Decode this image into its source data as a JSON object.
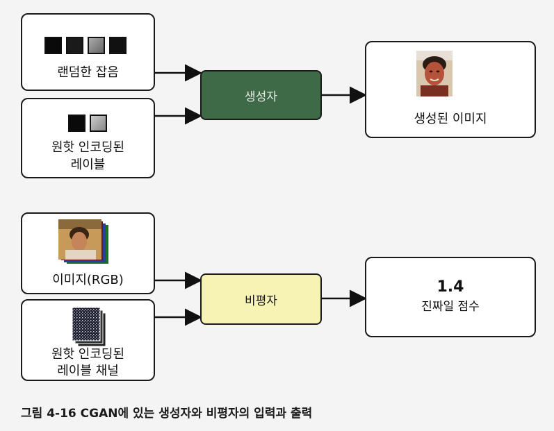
{
  "top": {
    "noise_label": "랜덤한 잡음",
    "onehot_label_line1": "원핫 인코딩된",
    "onehot_label_line2": "레이블",
    "generator_label": "생성자",
    "generated_label": "생성된 이미지"
  },
  "bottom": {
    "image_label": "이미지(RGB)",
    "channel_label_line1": "원핫 인코딩된",
    "channel_label_line2": "레이블 채널",
    "critic_label": "비평자",
    "score_value": "1.4",
    "score_label": "진짜일 점수"
  },
  "caption": "그림 4-16 CGAN에 있는 생성자와 비평자의 입력과 출력",
  "colors": {
    "generator": "#3f6a47",
    "critic": "#f7f3b5"
  }
}
